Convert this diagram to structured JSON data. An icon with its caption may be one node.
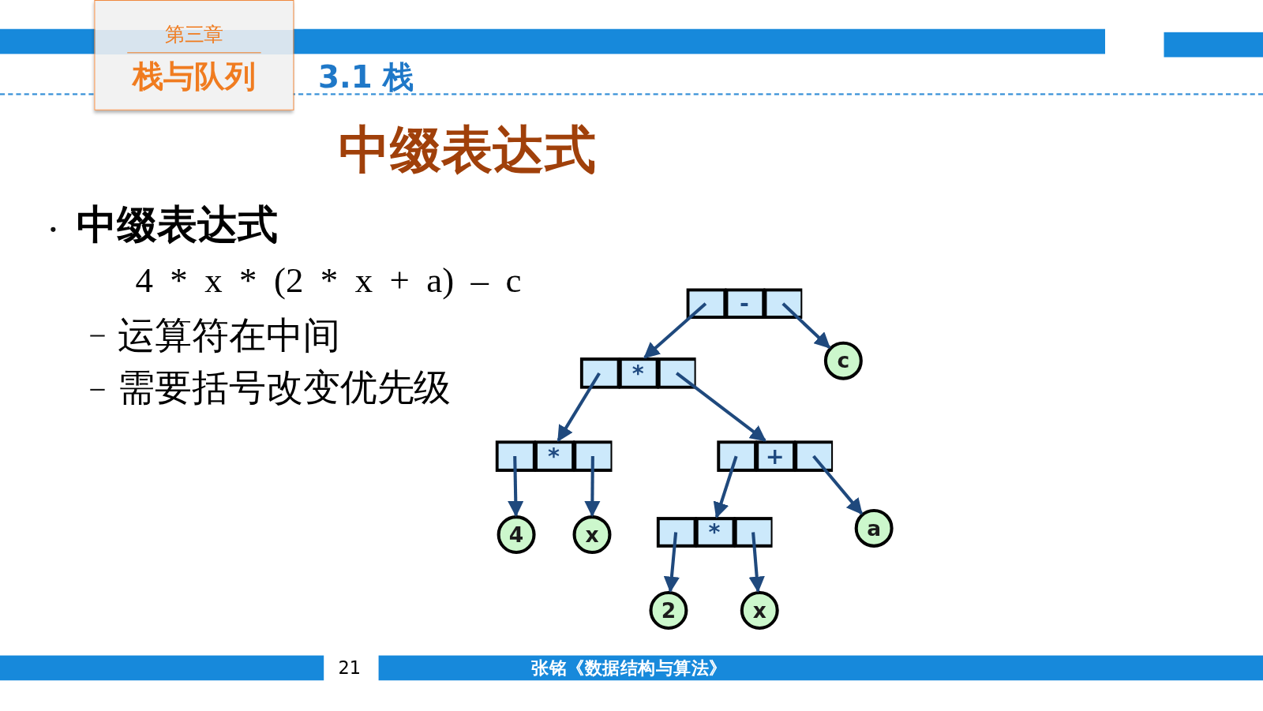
{
  "diagram": {
    "title": "中缀表达式",
    "nodes": [
      {
        "text": [
          "第三章",
          "栈与队列"
        ]
      },
      {
        "text": [
          "-"
        ]
      },
      {
        "text": [
          "c"
        ]
      },
      {
        "text": [
          "*"
        ]
      },
      {
        "text": [
          "*"
        ]
      },
      {
        "text": [
          "+"
        ]
      },
      {
        "text": [
          "4"
        ]
      },
      {
        "text": [
          "x"
        ]
      },
      {
        "text": [
          "*"
        ]
      },
      {
        "text": [
          "a"
        ]
      },
      {
        "text": [
          "2"
        ]
      },
      {
        "text": [
          "x"
        ]
      }
    ],
    "edges": [
      {
        "from": 1,
        "to": 3,
        "arrow": "to"
      },
      {
        "from": 1,
        "to": 2,
        "arrow": "to"
      },
      {
        "from": 3,
        "to": 4,
        "arrow": "to"
      },
      {
        "from": 3,
        "to": 5,
        "arrow": "to"
      },
      {
        "from": 4,
        "to": 6,
        "arrow": "to"
      },
      {
        "from": 4,
        "to": 7,
        "arrow": "to"
      },
      {
        "from": 5,
        "to": 8,
        "arrow": "to"
      },
      {
        "from": 5,
        "to": 9,
        "arrow": "to"
      },
      {
        "from": 8,
        "to": 10,
        "arrow": "to"
      },
      {
        "from": 8,
        "to": 11,
        "arrow": "to"
      }
    ],
    "labels": [
      "3.1  栈",
      "中缀表达式",
      "4 * x * (2 * x + a) – c",
      "运算符在中间",
      "需要括号改变优先级",
      "21",
      "张铭《数据结构与算法》"
    ]
  }
}
